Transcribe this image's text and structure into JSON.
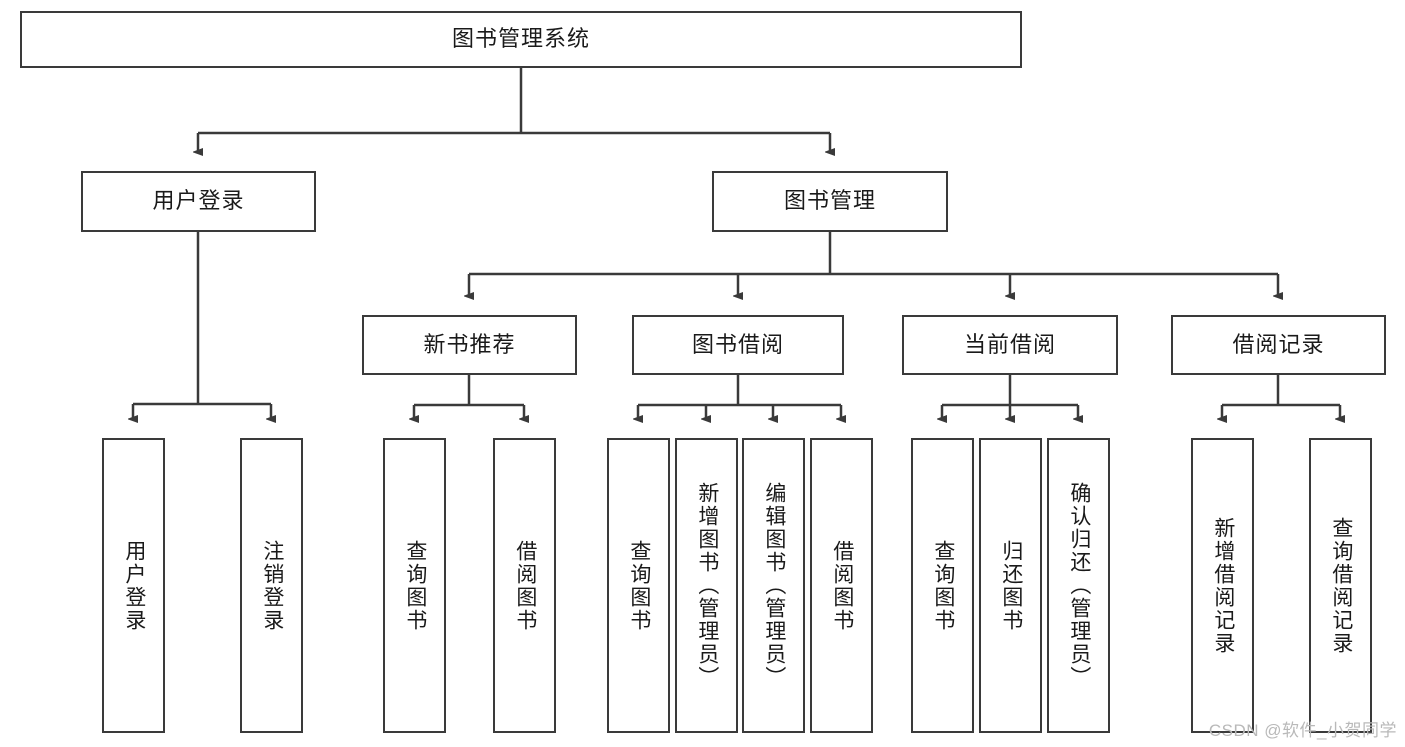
{
  "diagram": {
    "title": "图书管理系统",
    "type": "tree-hierarchy-diagram",
    "accent_color": "#3a3a3a",
    "background_color": "#ffffff",
    "root": {
      "label": "图书管理系统",
      "orientation": "horizontal"
    },
    "level2": [
      {
        "label": "用户登录",
        "orientation": "horizontal"
      },
      {
        "label": "图书管理",
        "orientation": "horizontal"
      }
    ],
    "level3": [
      {
        "label": "新书推荐",
        "orientation": "horizontal"
      },
      {
        "label": "图书借阅",
        "orientation": "horizontal"
      },
      {
        "label": "当前借阅",
        "orientation": "horizontal"
      },
      {
        "label": "借阅记录",
        "orientation": "horizontal"
      }
    ],
    "leaves": {
      "user_login": [
        {
          "label": "用户登录",
          "orientation": "vertical"
        },
        {
          "label": "注销登录",
          "orientation": "vertical"
        }
      ],
      "new_book_recommend": [
        {
          "label": "查询图书",
          "orientation": "vertical"
        },
        {
          "label": "借阅图书",
          "orientation": "vertical"
        }
      ],
      "book_borrow": [
        {
          "label": "查询图书",
          "orientation": "vertical"
        },
        {
          "label": "新增图书（管理员）",
          "orientation": "vertical"
        },
        {
          "label": "编辑图书（管理员）",
          "orientation": "vertical"
        },
        {
          "label": "借阅图书",
          "orientation": "vertical"
        }
      ],
      "current_borrow": [
        {
          "label": "查询图书",
          "orientation": "vertical"
        },
        {
          "label": "归还图书",
          "orientation": "vertical"
        },
        {
          "label": "确认归还（管理员）",
          "orientation": "vertical"
        }
      ],
      "borrow_record": [
        {
          "label": "新增借阅记录",
          "orientation": "vertical"
        },
        {
          "label": "查询借阅记录",
          "orientation": "vertical"
        }
      ]
    }
  },
  "watermark": {
    "text": "CSDN @软件_小贺同学"
  }
}
